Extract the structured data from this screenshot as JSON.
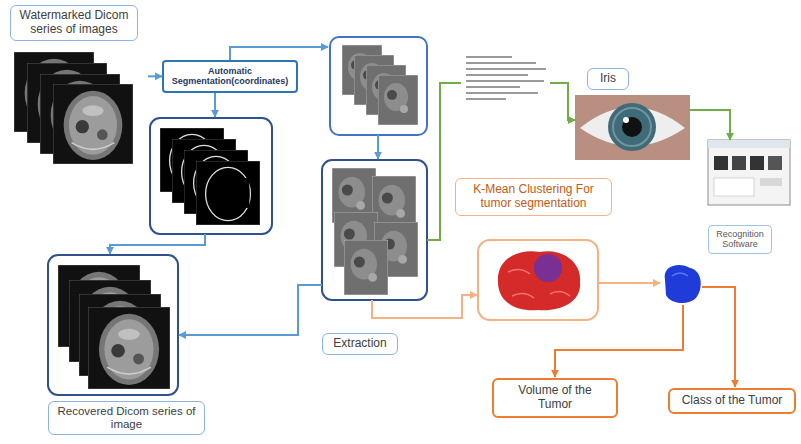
{
  "diagram": {
    "nodes": [
      {
        "text": [
          "Watermarked Dicom series of images"
        ]
      },
      {
        "text": [
          "Automatic Segmentation(coordinates)"
        ]
      },
      {
        "text": [
          "Iris"
        ]
      },
      {
        "text": [
          "K-Mean Clustering For tumor segmentation"
        ]
      },
      {
        "text": [
          "Recognition Software"
        ]
      },
      {
        "text": [
          "Extraction"
        ]
      },
      {
        "text": [
          "Recovered Dicom series of image"
        ]
      },
      {
        "text": [
          "Volume of the Tumor"
        ]
      },
      {
        "text": [
          "Class of the Tumor"
        ]
      }
    ],
    "edges": [
      {
        "from": 0,
        "to": 1,
        "arrow": "to"
      },
      {
        "from": 2,
        "to": 4,
        "arrow": "to"
      }
    ]
  }
}
